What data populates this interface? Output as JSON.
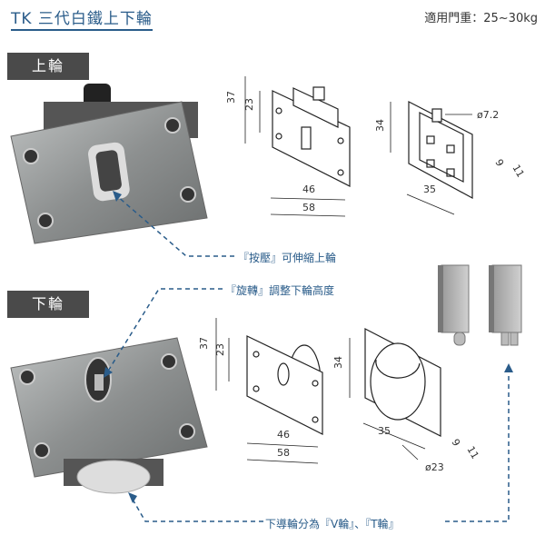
{
  "header": {
    "title": "TK 三代白鐵上下輪",
    "spec": "適用門重：25~30kg"
  },
  "sections": {
    "top_label": "上輪",
    "bottom_label": "下輪"
  },
  "notes": {
    "press": "『按壓』可伸縮上輪",
    "rotate": "『旋轉』調整下輪高度",
    "wheel_types": "下導輪分為『V輪』、『T輪』"
  },
  "dimensions": {
    "top_left": {
      "d37": "37",
      "d23": "23",
      "d46": "46",
      "d58": "58"
    },
    "top_right": {
      "d34": "34",
      "d35": "35",
      "d9": "9",
      "d11": "11",
      "phi": "ø7.2"
    },
    "bottom_left": {
      "d37": "37",
      "d23": "23",
      "d46": "46",
      "d58": "58"
    },
    "bottom_right": {
      "d34": "34",
      "d35": "35",
      "d9": "9",
      "d11": "11",
      "phi": "ø23"
    }
  },
  "colors": {
    "accent": "#2a5c8a",
    "tag_bg": "#4a4a4a"
  }
}
